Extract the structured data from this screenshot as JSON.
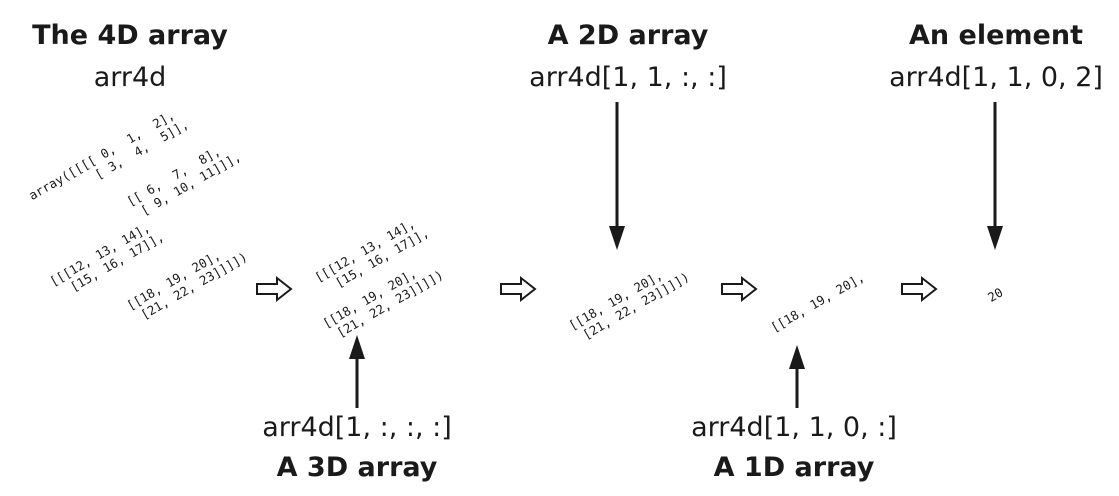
{
  "headings": {
    "four_d": "The 4D array",
    "two_d": "A 2D array",
    "element": "An element",
    "three_d": "A 3D array",
    "one_d": "A 1D array"
  },
  "expressions": {
    "four_d": "arr4d",
    "two_d": "arr4d[1, 1, :, :]",
    "element": "arr4d[1, 1, 0, 2]",
    "three_d": "arr4d[1, :, :, :]",
    "one_d": "arr4d[1, 1, 0, :]"
  },
  "arrays": {
    "four_d_block1": "array([[[[ 0,  1,  2],\n         [ 3,  4,  5]],",
    "four_d_block2": "[[ 6,  7,  8],\n [ 9, 10, 11]]],",
    "four_d_block3": "[[[12, 13, 14],\n  [15, 16, 17]],",
    "four_d_block4": "[[18, 19, 20],\n [21, 22, 23]]]])",
    "three_d_block1": "[[[12, 13, 14],\n  [15, 16, 17]],",
    "three_d_block2": "[[18, 19, 20],\n [21, 22, 23]]]])",
    "two_d": "[[18, 19, 20],\n [21, 22, 23]]]])",
    "one_d": "[[18, 19, 20],",
    "element": "20"
  }
}
